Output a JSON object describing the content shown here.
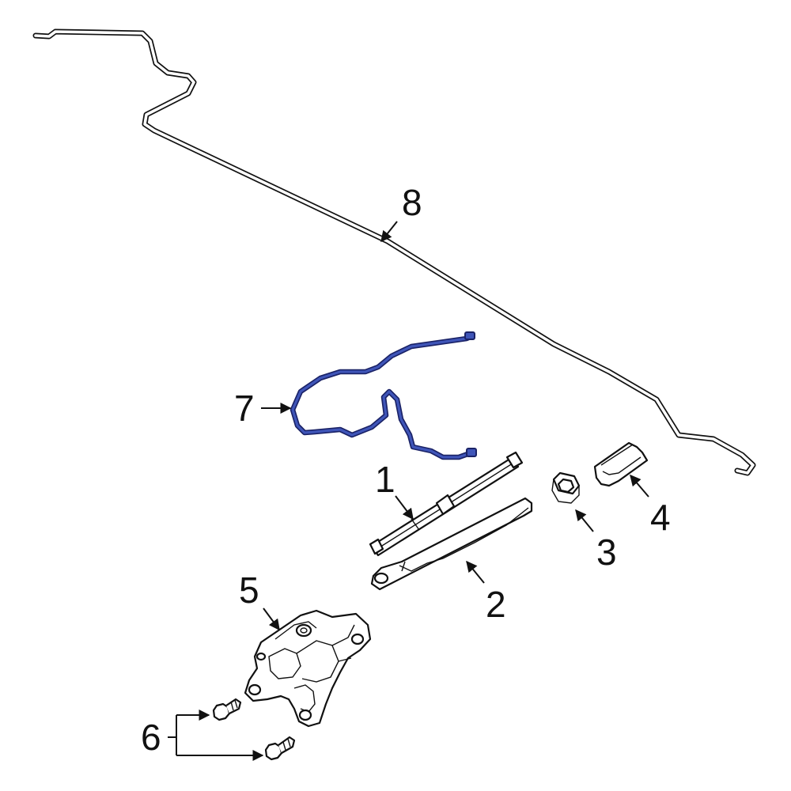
{
  "diagram": {
    "callouts": {
      "c1": "1",
      "c2": "2",
      "c3": "3",
      "c4": "4",
      "c5": "5",
      "c6": "6",
      "c7": "7",
      "c8": "8"
    },
    "colors": {
      "highlight_part": "#3f55b8",
      "highlight_outline": "#1a2266",
      "line": "#111111",
      "background": "#ffffff"
    }
  }
}
